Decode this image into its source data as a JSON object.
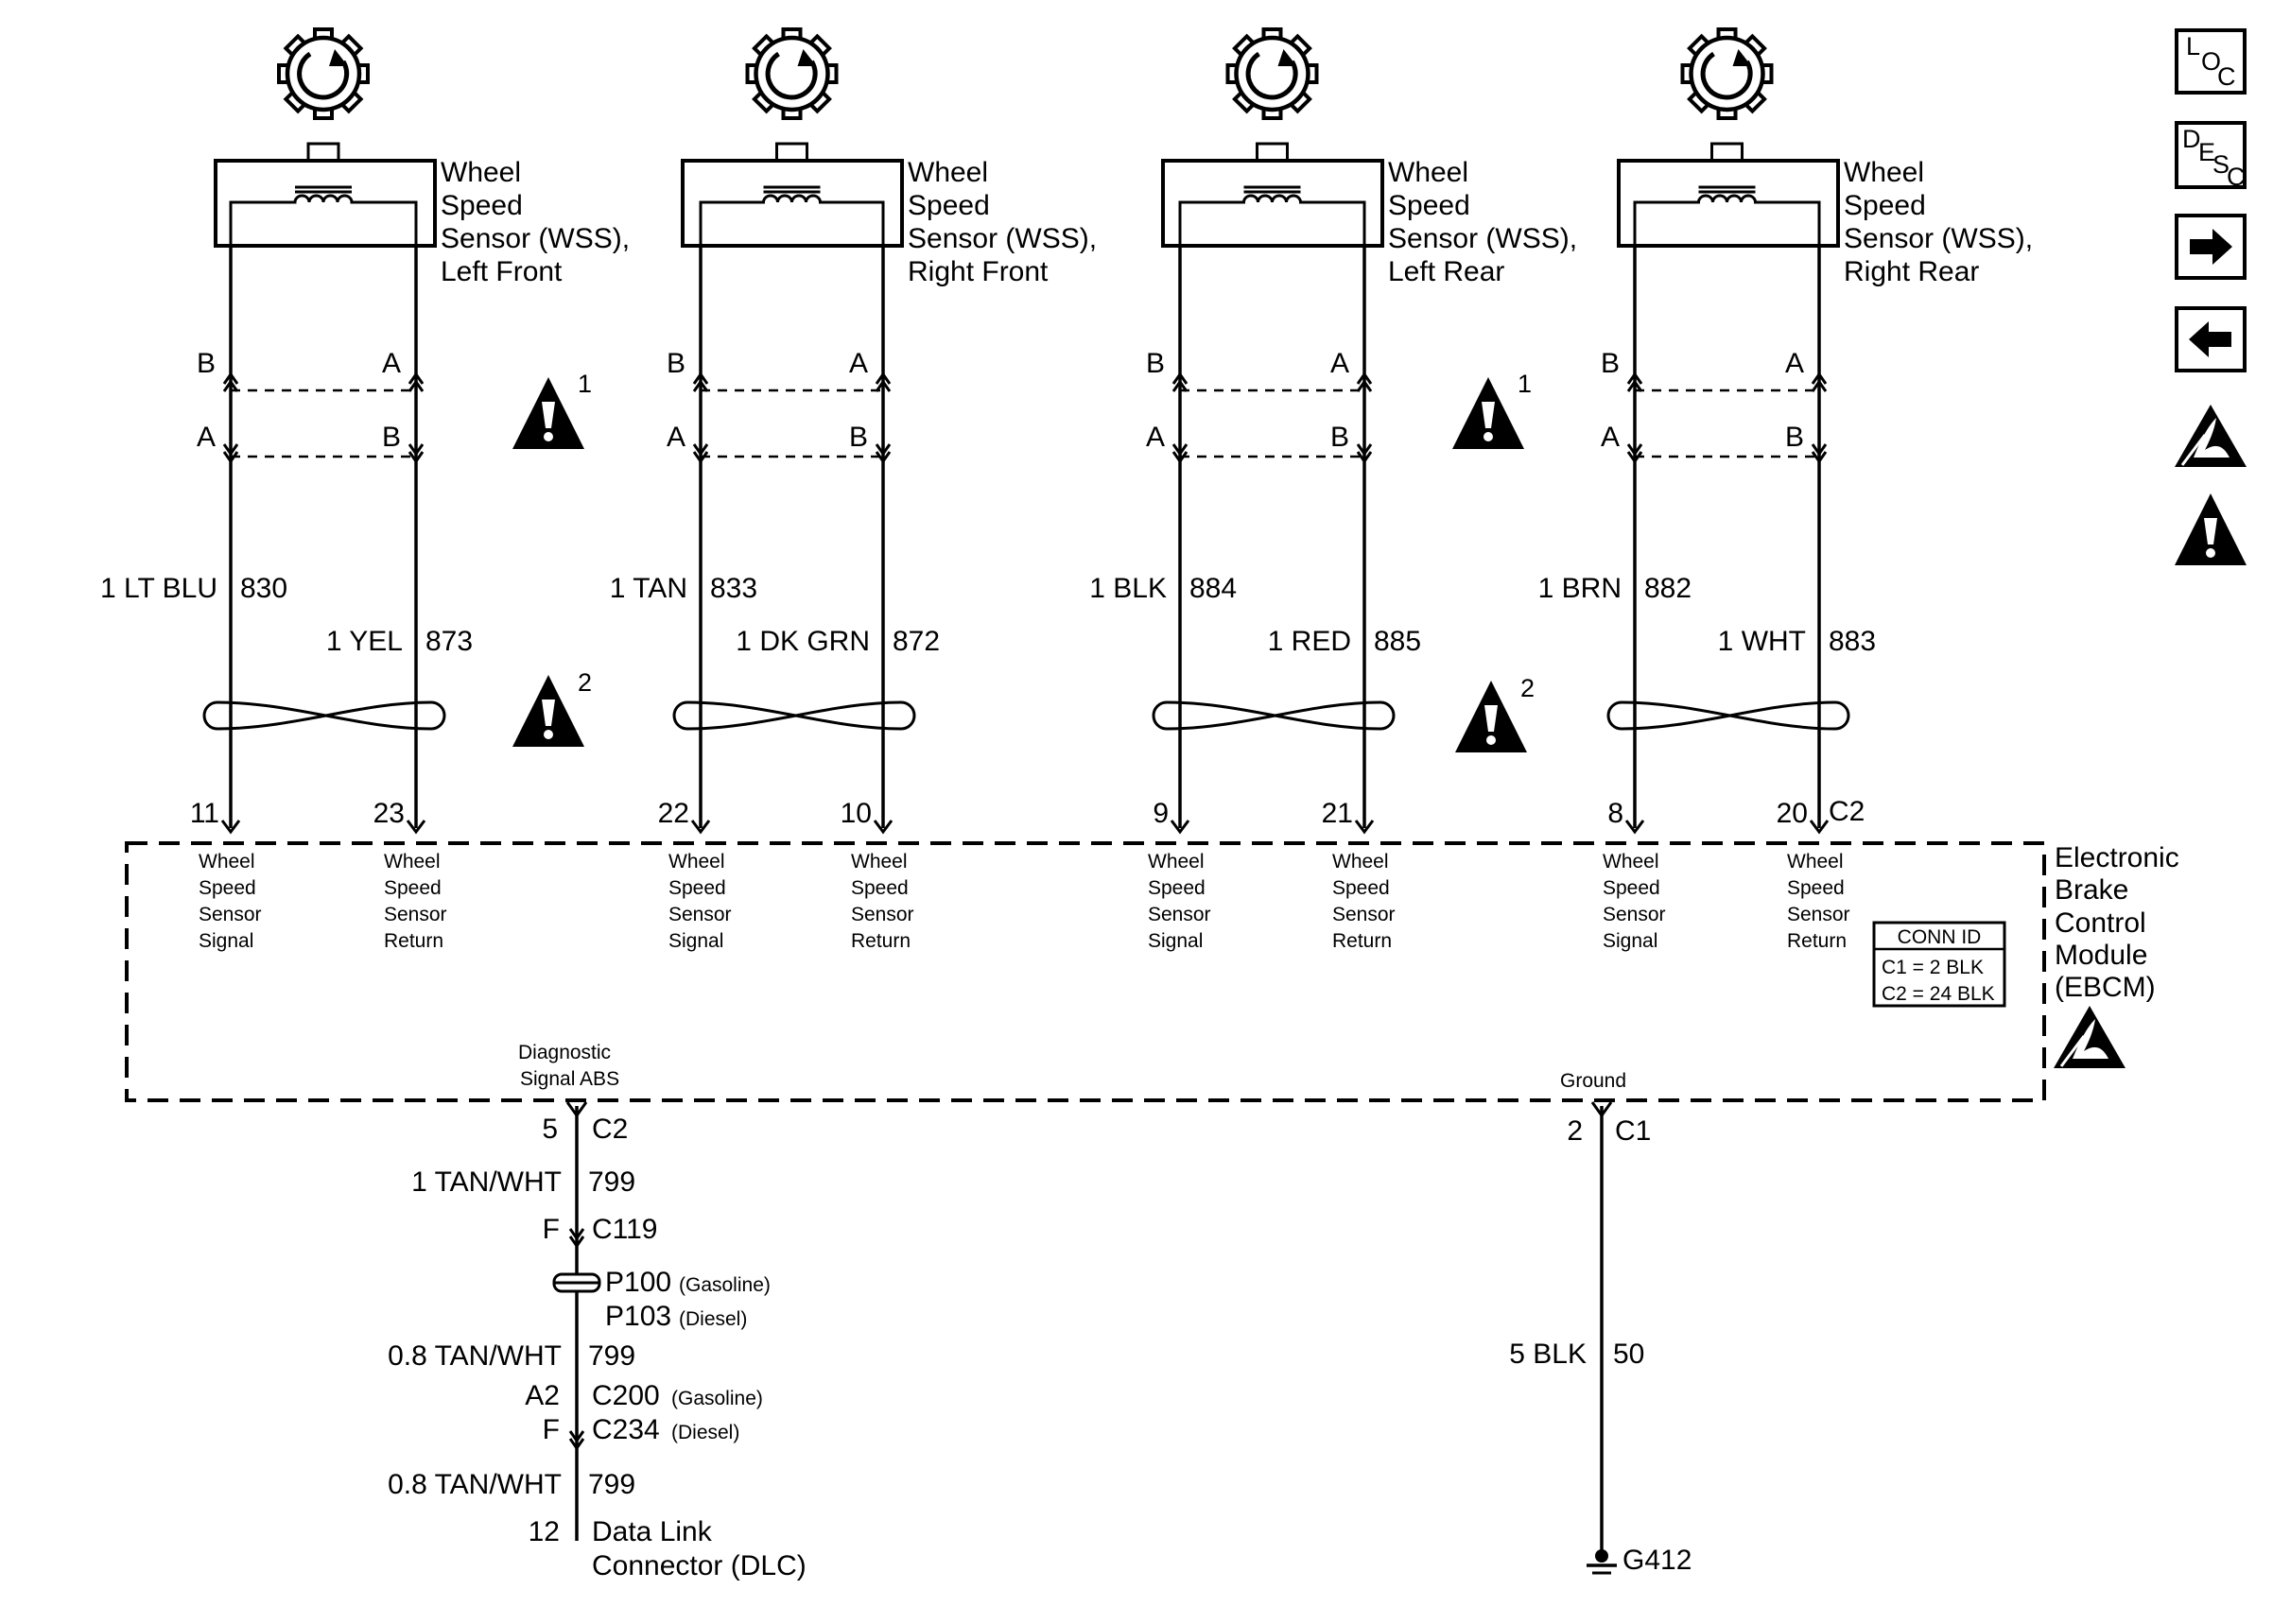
{
  "sensors": [
    {
      "title": [
        "Wheel",
        "Speed",
        "Sensor (WSS),",
        "Left Front"
      ],
      "conn_top": [
        "B",
        "A"
      ],
      "conn_bot": [
        "A",
        "B"
      ],
      "wire_a": {
        "color": "1 LT BLU",
        "circuit": "830"
      },
      "wire_b": {
        "color": "1 YEL",
        "circuit": "873"
      },
      "pins": [
        "11",
        "23"
      ],
      "labels_a": [
        "Wheel",
        "Speed",
        "Sensor",
        "Signal"
      ],
      "labels_b": [
        "Wheel",
        "Speed",
        "Sensor",
        "Return"
      ]
    },
    {
      "title": [
        "Wheel",
        "Speed",
        "Sensor (WSS),",
        "Right Front"
      ],
      "conn_top": [
        "B",
        "A"
      ],
      "conn_bot": [
        "A",
        "B"
      ],
      "wire_a": {
        "color": "1 TAN",
        "circuit": "833"
      },
      "wire_b": {
        "color": "1 DK GRN",
        "circuit": "872"
      },
      "pins": [
        "22",
        "10"
      ],
      "labels_a": [
        "Wheel",
        "Speed",
        "Sensor",
        "Signal"
      ],
      "labels_b": [
        "Wheel",
        "Speed",
        "Sensor",
        "Return"
      ]
    },
    {
      "title": [
        "Wheel",
        "Speed",
        "Sensor (WSS),",
        "Left Rear"
      ],
      "conn_top": [
        "B",
        "A"
      ],
      "conn_bot": [
        "A",
        "B"
      ],
      "wire_a": {
        "color": "1 BLK",
        "circuit": "884"
      },
      "wire_b": {
        "color": "1 RED",
        "circuit": "885"
      },
      "pins": [
        "9",
        "21"
      ],
      "labels_a": [
        "Wheel",
        "Speed",
        "Sensor",
        "Signal"
      ],
      "labels_b": [
        "Wheel",
        "Speed",
        "Sensor",
        "Return"
      ]
    },
    {
      "title": [
        "Wheel",
        "Speed",
        "Sensor (WSS),",
        "Right Rear"
      ],
      "conn_top": [
        "B",
        "A"
      ],
      "conn_bot": [
        "A",
        "B"
      ],
      "wire_a": {
        "color": "1 BRN",
        "circuit": "882"
      },
      "wire_b": {
        "color": "1 WHT",
        "circuit": "883"
      },
      "pins": [
        "8",
        "20"
      ],
      "labels_a": [
        "Wheel",
        "Speed",
        "Sensor",
        "Signal"
      ],
      "labels_b": [
        "Wheel",
        "Speed",
        "Sensor",
        "Return"
      ]
    }
  ],
  "warnings": {
    "upper": "1",
    "lower": "2"
  },
  "module": {
    "connector": "C2",
    "name": [
      "Electronic",
      "Brake",
      "Control",
      "Module",
      "(EBCM)"
    ],
    "conn_id": {
      "title": "CONN ID",
      "rows": [
        "C1 = 2 BLK",
        "C2 = 24 BLK"
      ]
    },
    "diag_label": [
      "Diagnostic",
      "Signal ABS"
    ],
    "ground_label": "Ground"
  },
  "diag_circuit": {
    "pin": "5",
    "conn": "C2",
    "wire1": {
      "color": "1 TAN/WHT",
      "circuit": "799"
    },
    "inline1": {
      "pin": "F",
      "conn": "C119"
    },
    "splice": {
      "name1": "P100",
      "note1": "(Gasoline)",
      "name2": "P103",
      "note2": "(Diesel)"
    },
    "wire2": {
      "color": "0.8 TAN/WHT",
      "circuit": "799"
    },
    "inline2": {
      "pin1": "A2",
      "conn1": "C200",
      "note1": "(Gasoline)",
      "pin2": "F",
      "conn2": "C234",
      "note2": "(Diesel)"
    },
    "wire3": {
      "color": "0.8 TAN/WHT",
      "circuit": "799"
    },
    "dlc": {
      "pin": "12",
      "name1": "Data Link",
      "name2": "Connector (DLC)"
    }
  },
  "ground_circuit": {
    "pin": "2",
    "conn": "C1",
    "wire": {
      "color": "5 BLK",
      "circuit": "50"
    },
    "ground": "G412"
  },
  "nav": {
    "loc": {
      "l": "L",
      "o": "O",
      "c": "C"
    },
    "desc": {
      "d": "D",
      "e": "E",
      "s": "S",
      "c": "C"
    }
  }
}
